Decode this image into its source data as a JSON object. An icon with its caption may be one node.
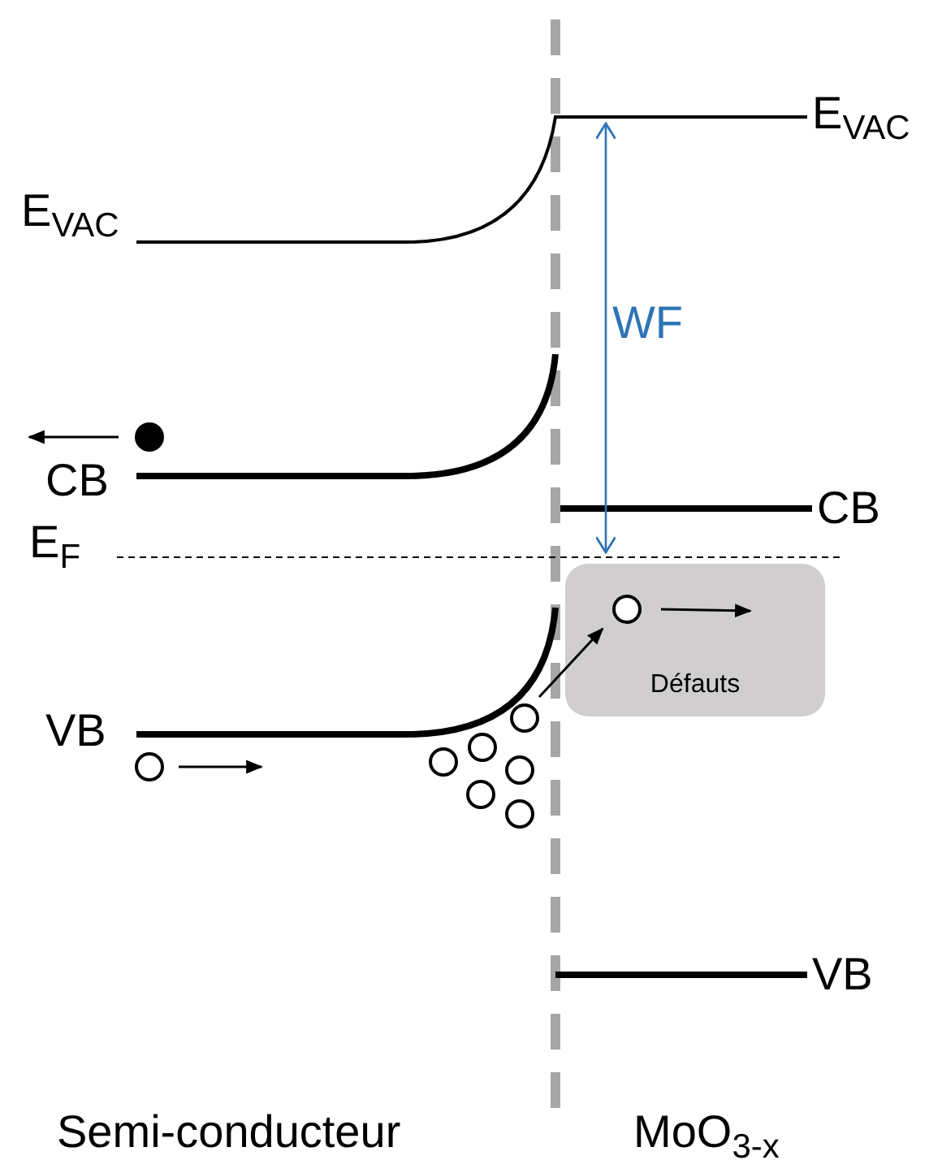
{
  "diagram": {
    "nodes": [
      {
        "text": [
          "Défauts"
        ]
      }
    ],
    "labels": [
      "E$_{VAC}$",
      "E$_{VAC}$",
      "WF",
      "CB",
      "CB",
      "E$_{F}$",
      "VB",
      "VB",
      "Semi-conducteur",
      "MoO$_{3-x}$"
    ]
  }
}
